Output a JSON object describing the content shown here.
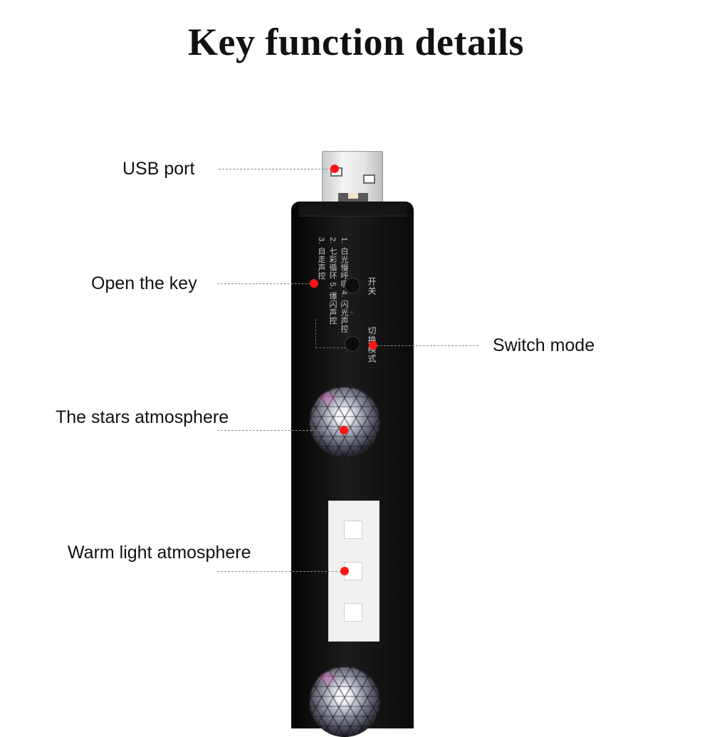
{
  "title": "Key function details",
  "callouts": {
    "usb_port": "USB port",
    "open_key": "Open the key",
    "switch_mode": "Switch mode",
    "stars": "The stars atmosphere",
    "warm_light": "Warm light atmosphere"
  },
  "device_text": {
    "power_label": "开关",
    "switch_label": "切换模式",
    "legend_line1": "1. 白光慢呼吸  4. 闪光声控",
    "legend_line2": "2. 七彩循环  5. 爆闪声控",
    "legend_line3": "3. 自走声控"
  },
  "colors": {
    "marker": "#ff1414",
    "leader": "#8c8c8c",
    "device_body": "#0a0a0a"
  }
}
